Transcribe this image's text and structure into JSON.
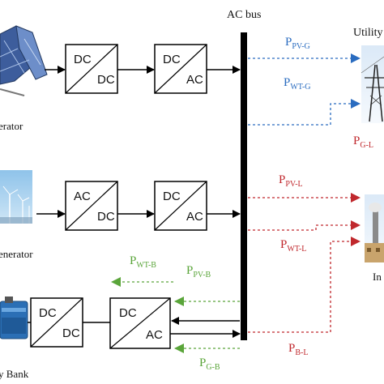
{
  "labels": {
    "ac_bus": "AC bus",
    "utility": "Utility",
    "pv_generator": "erator",
    "wt_generator": "enerator",
    "battery_bank": "y Bank",
    "load": "In"
  },
  "converters": {
    "pv_dcdc": {
      "top": "DC",
      "bottom": "DC"
    },
    "pv_dcac": {
      "top": "DC",
      "bottom": "AC"
    },
    "wt_acdc": {
      "top": "AC",
      "bottom": "DC"
    },
    "wt_dcac": {
      "top": "DC",
      "bottom": "AC"
    },
    "bat_dcdc": {
      "top": "DC",
      "bottom": "DC"
    },
    "bat_dcac": {
      "top": "DC",
      "bottom": "AC"
    }
  },
  "flows": {
    "pv_g": {
      "main": "P",
      "sub": "PV-G"
    },
    "wt_g": {
      "main": "P",
      "sub": "WT-G"
    },
    "g_l": {
      "main": "P",
      "sub": "G-L"
    },
    "pv_l": {
      "main": "P",
      "sub": "PV-L"
    },
    "wt_l": {
      "main": "P",
      "sub": "WT-L"
    },
    "wt_b": {
      "main": "P",
      "sub": "WT-B"
    },
    "pv_b": {
      "main": "P",
      "sub": "PV-B"
    },
    "b_l": {
      "main": "P",
      "sub": "B-L"
    },
    "g_b": {
      "main": "P",
      "sub": "G-B"
    }
  },
  "colors": {
    "blue": "#2a6cc0",
    "red": "#c0282d",
    "green": "#5aa53a",
    "bus": "#000000"
  }
}
